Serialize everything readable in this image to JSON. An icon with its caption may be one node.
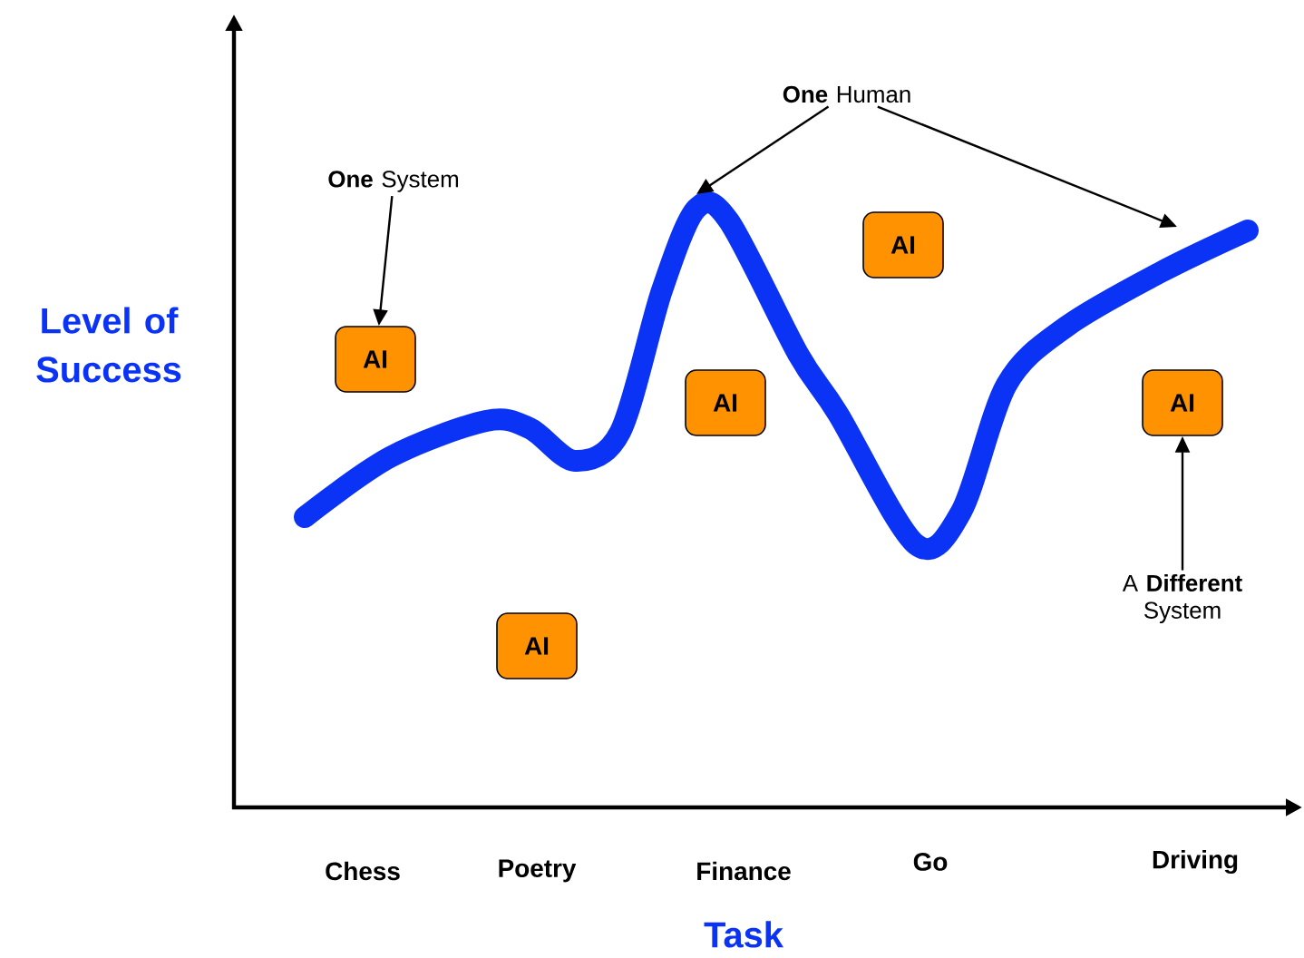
{
  "diagram": {
    "nodes": [
      {
        "text": [
          "**One** System"
        ]
      },
      {
        "text": [
          "**One** Human"
        ]
      },
      {
        "text": [
          "AI"
        ]
      },
      {
        "text": [
          "AI"
        ]
      },
      {
        "text": [
          "AI"
        ]
      },
      {
        "text": [
          "AI"
        ]
      },
      {
        "text": [
          "A **Different** System"
        ]
      },
      {
        "text": [
          "AI"
        ]
      }
    ],
    "edges": [
      {
        "from": 0,
        "to": 3,
        "arrow": "to"
      },
      {
        "from": 1,
        "to": null,
        "arrow": "to"
      },
      {
        "from": 1,
        "to": null,
        "arrow": "to"
      },
      {
        "from": 6,
        "to": 5,
        "arrow": "to"
      }
    ],
    "labels": [
      "Level of Success",
      "Chess",
      "Poetry",
      "Finance",
      "Go",
      "Driving",
      "Task"
    ]
  }
}
